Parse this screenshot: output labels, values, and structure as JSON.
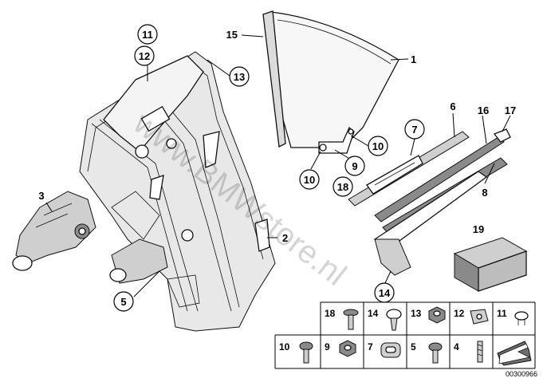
{
  "watermark": "www.BMWstore.nl",
  "sheet_number": "00300966",
  "callouts": {
    "c1": "1",
    "c2": "2",
    "c3": "3",
    "c5": "5",
    "c6": "6",
    "c7": "7",
    "c8": "8",
    "c9": "9",
    "c10a": "10",
    "c10b": "10",
    "c11": "11",
    "c12": "12",
    "c13": "13",
    "c14": "14",
    "c15": "15",
    "c16": "16",
    "c17": "17",
    "c18": "18",
    "c19": "19"
  },
  "parts_table": {
    "row1": [
      "18",
      "14",
      "13",
      "12",
      "11"
    ],
    "row2": [
      "10",
      "9",
      "7",
      "5",
      "4"
    ]
  }
}
